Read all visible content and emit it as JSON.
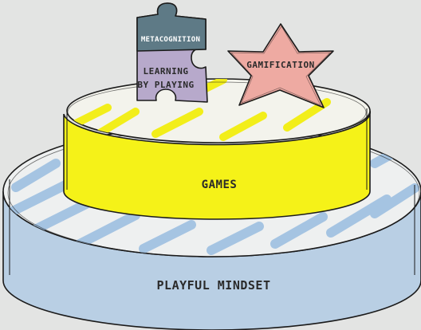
{
  "diagram": {
    "bottom_tier_label": "PLAYFUL MINDSET",
    "top_tier_label": "GAMES",
    "star_label": "GAMIFICATION",
    "puzzle_tab_label": "METACOGNITION",
    "puzzle_line1": "LEARNING",
    "puzzle_line2": "BY PLAYING"
  },
  "colors": {
    "background": "#e3e4e3",
    "bottom_tier": "#b9cfe4",
    "bottom_stripes": "#9dbfe0",
    "top_tier": "#f5f218",
    "top_stripes": "#efe800",
    "star": "#eeaaa2",
    "puzzle_top": "#5e7a86",
    "puzzle_bottom": "#b7a9cb",
    "outline": "#1b1b1b"
  }
}
